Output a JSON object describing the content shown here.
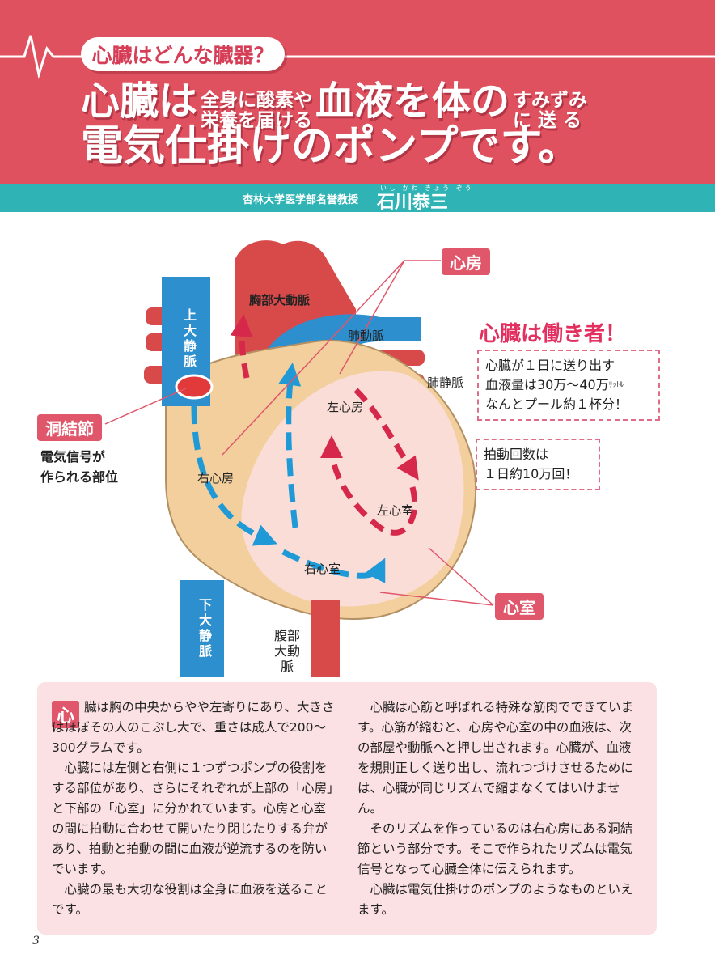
{
  "header": {
    "category": "心臓はどんな臓器？",
    "title_a": "心臓は",
    "title_b1": "全身に酸素や",
    "title_b2": "栄養を届ける",
    "title_c": "血液を体の",
    "title_d1": "すみずみ",
    "title_d2": "に 送 る",
    "title_line2": "電気仕掛けのポンプです。"
  },
  "author": {
    "affiliation": "杏林大学医学部名誉教授",
    "name": "石川恭三",
    "ruby": "いし かわ きょう ぞう"
  },
  "diagram": {
    "labels": {
      "aorta_thoracic": "胸部大動脈",
      "pulmonary_artery": "肺動脈",
      "pulmonary_vein": "肺静脈",
      "left_atrium": "左心房",
      "right_atrium": "右心房",
      "left_ventricle": "左心室",
      "right_ventricle": "右心室",
      "svc": "上大静脈",
      "ivc": "下大静脈",
      "aorta_abdominal": "腹部大動脈"
    },
    "tag_atrium": "心房",
    "tag_ventricle": "心室",
    "tag_sa_node": "洞結節",
    "sa_desc1": "電気信号が",
    "sa_desc2": "作られる部位",
    "worker_title": "心臓は働き者！",
    "box1_l1": "心臓が１日に送り出す",
    "box1_l2": "血液量は30万〜40万",
    "box1_unit": "ﾘｯﾄﾙ",
    "box1_l3": "なんとプール約１杯分！",
    "box2_l1": "拍動回数は",
    "box2_l2": "１日約10万回！",
    "colors": {
      "header": "#e0515f",
      "band": "#2fb3b5",
      "blue_flow": "#1f9ad6",
      "red_flow": "#d6284a"
    }
  },
  "body": {
    "dropcap": "心",
    "left": [
      "臓は胸の中央からやや左寄りにあり、大きさはほぼその人のこぶし大で、重さは成人で200〜300グラムです。",
      "　心臓には左側と右側に１つずつポンプの役割をする部位があり、さらにそれぞれが上部の「心房」と下部の「心室」に分かれています。心房と心室の間に拍動に合わせて開いたり閉じたりする弁があり、拍動と拍動の間に血液が逆流するのを防いでいます。",
      "　心臓の最も大切な役割は全身に血液を送ることです。"
    ],
    "right": [
      "　心臓は心筋と呼ばれる特殊な筋肉でできています。心筋が縮むと、心房や心室の中の血液は、次の部屋や動脈へと押し出されます。心臓が、血液を規則正しく送り出し、流れつづけさせるためには、心臓が同じリズムで縮まなくてはいけません。",
      "　そのリズムを作っているのは右心房にある洞結節という部分です。そこで作られたリズムは電気信号となって心臓全体に伝えられます。",
      "　心臓は電気仕掛けのポンプのようなものといえます。"
    ]
  },
  "page_number": "3"
}
